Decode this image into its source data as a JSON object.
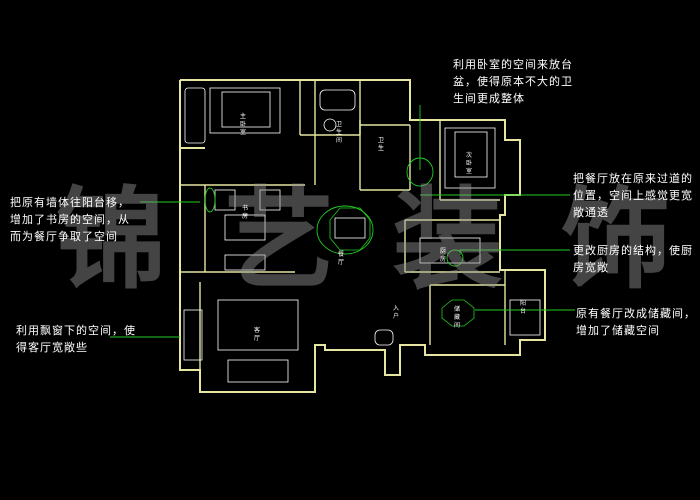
{
  "watermark": "锦 艺 装 饰",
  "rooms": {
    "master_bedroom": "主卧室",
    "bathroom": "卫生间",
    "second_bedroom": "次卧室",
    "toilet": "卫生",
    "study": "书房",
    "dining": "餐厅",
    "kitchen": "厨房",
    "living": "客厅",
    "storage": "储藏间",
    "balcony": "阳台",
    "entrance": "入户"
  },
  "annotations": {
    "top": "利用卧室的空间来放台\n盆，使得原本不大的卫\n生间更成整体",
    "left_top": "把原有墙体往阳台移，\n增加了书房的空间，从\n而为餐厅争取了空间",
    "left_bottom": "利用飘窗下的空间，使\n得客厅宽敞些",
    "right_1": "把餐厅放在原来过道的\n位置，空间上感觉更宽\n敞通透",
    "right_2": "更改厨房的结构，使厨\n房宽敞",
    "right_3": "原有餐厅改成储藏间，\n增加了储藏空间"
  },
  "colors": {
    "background": "#000000",
    "walls": "#e6e6a0",
    "furniture": "#ffffff",
    "leader": "#22cc22",
    "text": "#ffffff"
  }
}
